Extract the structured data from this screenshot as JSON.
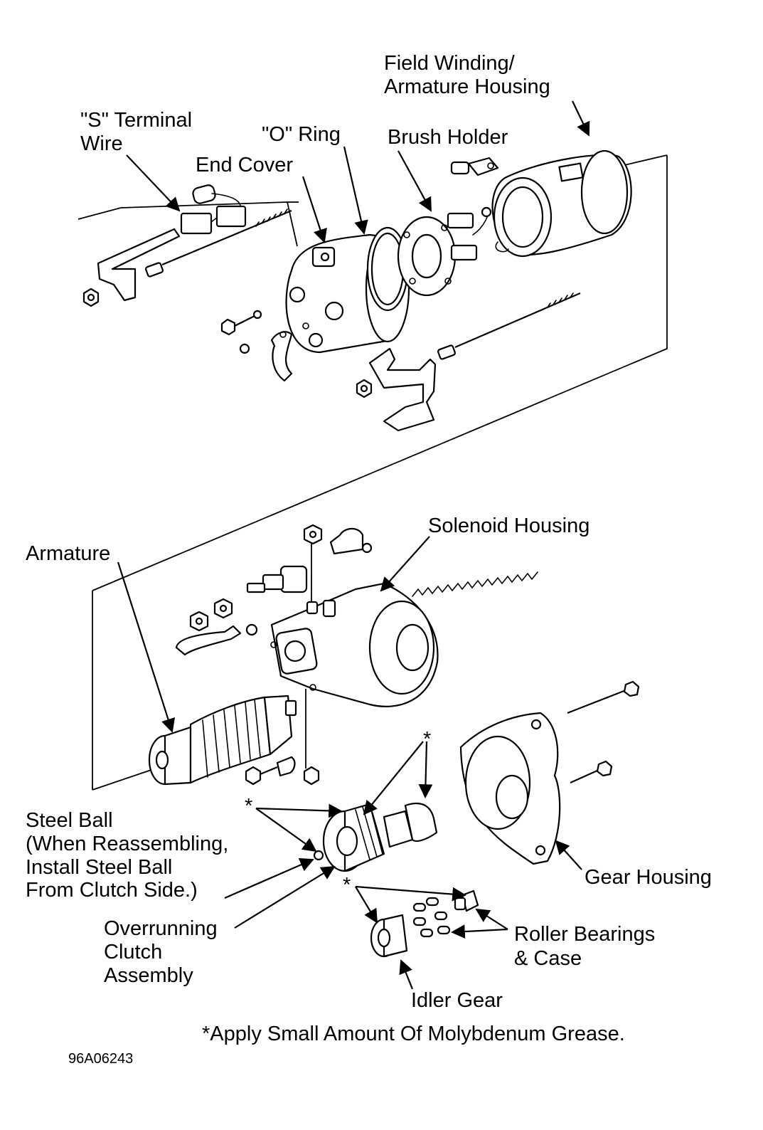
{
  "labels": {
    "field_winding_1": "Field Winding/",
    "field_winding_2": "Armature Housing",
    "s_terminal_1": "\"S\" Terminal",
    "s_terminal_2": "Wire",
    "o_ring": "\"O\" Ring",
    "brush_holder": "Brush Holder",
    "end_cover": "End Cover",
    "solenoid_housing": "Solenoid Housing",
    "armature": "Armature",
    "steel_ball_1": "Steel Ball",
    "steel_ball_2": "(When Reassembling,",
    "steel_ball_3": "Install Steel Ball",
    "steel_ball_4": "From Clutch Side.)",
    "gear_housing": "Gear Housing",
    "overrunning_1": "Overrunning",
    "overrunning_2": "Clutch",
    "overrunning_3": "Assembly",
    "roller_1": "Roller Bearings",
    "roller_2": "& Case",
    "idler_gear": "Idler Gear",
    "footnote": "*Apply Small Amount Of Molybdenum Grease.",
    "figure_code": "96A06243",
    "star_marker": "*"
  }
}
